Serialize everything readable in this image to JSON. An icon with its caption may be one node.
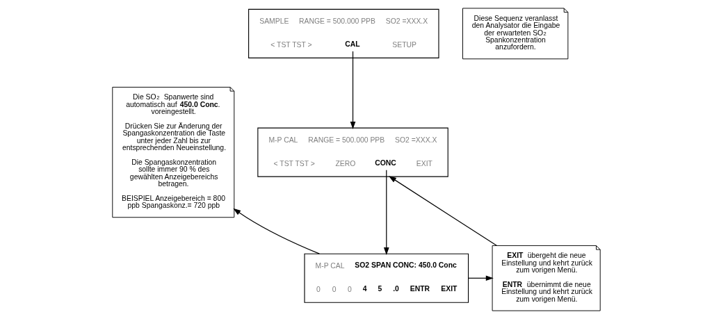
{
  "diagram": {
    "nodes": [
      {
        "text": [
          "SAMPLE",
          "RANGE = 500.000 PPB",
          "SO2 =XXX.X",
          "< TST TST >",
          "CAL",
          "SETUP"
        ]
      },
      {
        "text": [
          "Diese Sequenz veranlasst den Analysator die Eingabe der erwarteten SO$_{2}$ Spankonzentration anzufordern."
        ]
      },
      {
        "text": [
          "Die SO$_{2}$ Spanwerte sind automatisch auf **450.0 Conc**. voreingestellt.",
          "Drücken Sie zur Änderung der Spangaskonzentration die Taste unter jeder Zahl bis zur entsprechenden Neueinstellung.",
          "Die Spangaskonzentration sollte immer 90 % des gewählten Anzeigebereichs betragen.",
          "BEISPIEL Anzeigebereich = 800 ppb Spangaskonz.= 720 ppb"
        ]
      },
      {
        "text": [
          "M-P CAL",
          "RANGE = 500.000 PPB",
          "SO2 =XXX.X",
          "< TST TST >",
          "ZERO",
          "CONC",
          "EXIT"
        ]
      },
      {
        "text": [
          "M-P CAL",
          "SO2 SPAN CONC: 450.0 Conc",
          "0",
          "0",
          "0",
          "4",
          "5",
          ".0",
          "ENTR",
          "EXIT"
        ]
      },
      {
        "text": [
          "**EXIT** übergeht die neue Einstellung und kehrt zurück zum vorigen Menü.",
          "**ENTR** übernimmt die neue Einstellung und kehrt zurück zum vorigen Menü."
        ]
      }
    ],
    "edges": [
      {
        "from": 0,
        "to": 3,
        "arrow": "to"
      },
      {
        "from": 3,
        "to": 4,
        "arrow": "to"
      },
      {
        "from": 4,
        "to": 5,
        "arrow": "to"
      },
      {
        "from": 5,
        "to": 3,
        "arrow": "to"
      },
      {
        "from": 4,
        "to": 2,
        "arrow": "to"
      }
    ]
  }
}
